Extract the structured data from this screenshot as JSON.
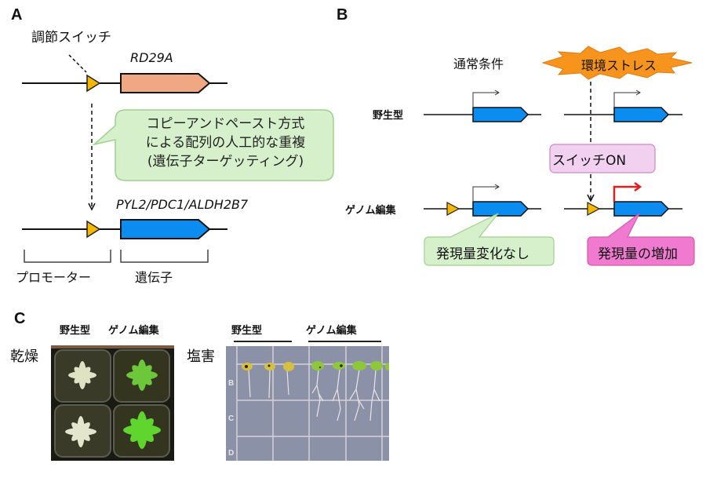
{
  "panels": {
    "A": {
      "label": "A",
      "switch_label": "調節スイッチ",
      "gene_top": "RD29A",
      "callout_lines": [
        "コピーアンドペースト方式",
        "による配列の人工的な重複",
        "(遺伝子ターゲッティング)"
      ],
      "gene_bottom": "PYL2/PDC1/ALDH2B7",
      "promoter_label": "プロモーター",
      "gene_label": "遺伝子"
    },
    "B": {
      "label": "B",
      "normal_condition": "通常条件",
      "stress_condition": "環境ストレス",
      "row_wildtype": "野生型",
      "row_edited": "ゲノム編集",
      "switch_on": "スイッチON",
      "no_change": "発現量変化なし",
      "increase": "発現量の増加"
    },
    "C": {
      "label": "C",
      "drought": {
        "condition": "乾燥",
        "col_wildtype": "野生型",
        "col_edited": "ゲノム編集"
      },
      "salt": {
        "condition": "塩害",
        "col_wildtype": "野生型",
        "col_edited": "ゲノム編集",
        "row_labels": [
          "B",
          "C",
          "D"
        ]
      }
    }
  },
  "colors": {
    "switch_triangle": "#F5B800",
    "rd29a_gene": "#F0A884",
    "target_gene": "#0A8CF0",
    "callout_green": "#D6F0CC",
    "callout_green_border": "#9FD08E",
    "switch_on_pink": "#F2D0F0",
    "switch_on_border": "#C98AC4",
    "increase_pink": "#F07ACF",
    "increase_border": "#D45AAE",
    "stress_burst": "#F7941D",
    "active_arrow": "#E02020"
  }
}
